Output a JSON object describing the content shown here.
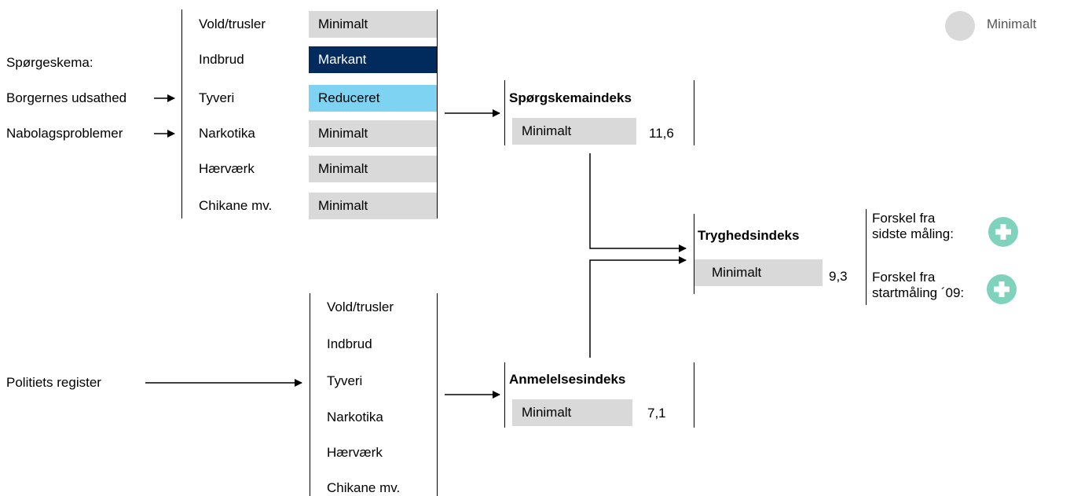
{
  "colors": {
    "minimal": "#d9d9d9",
    "markant": "#002b5c",
    "reduceret": "#7fd3f2",
    "plus": "#7fd3bd"
  },
  "legend": {
    "label": "Minimalt",
    "icon": "legend-dot"
  },
  "left_labels": {
    "questionnaire": "Spørgeskema:",
    "exposure": "Borgernes udsathed",
    "neighborhood": "Nabolagsproblemer",
    "police": "Politiets register"
  },
  "questionnaire_items": [
    {
      "category": "Vold/trusler",
      "level": "Minimalt",
      "style": "minimal"
    },
    {
      "category": "Indbrud",
      "level": "Markant",
      "style": "markant"
    },
    {
      "category": "Tyveri",
      "level": "Reduceret",
      "style": "reduceret"
    },
    {
      "category": "Narkotika",
      "level": "Minimalt",
      "style": "minimal"
    },
    {
      "category": "Hærværk",
      "level": "Minimalt",
      "style": "minimal"
    },
    {
      "category": "Chikane mv.",
      "level": "Minimalt",
      "style": "minimal"
    }
  ],
  "police_items": [
    "Vold/trusler",
    "Indbrud",
    "Tyveri",
    "Narkotika",
    "Hærværk",
    "Chikane mv."
  ],
  "indices": {
    "questionnaire": {
      "title": "Spørgskemaindeks",
      "level": "Minimalt",
      "value": "11,6"
    },
    "report": {
      "title": "Anmelelsesindeks",
      "level": "Minimalt",
      "value": "7,1"
    },
    "safety": {
      "title": "Tryghedsindeks",
      "level": "Minimalt",
      "value": "9,3"
    }
  },
  "changes": [
    {
      "line1": "Forskel fra",
      "line2": "sidste måling:",
      "icon": "plus-icon"
    },
    {
      "line1": "Forskel fra",
      "line2": "startmåling ´09:",
      "icon": "plus-icon"
    }
  ]
}
